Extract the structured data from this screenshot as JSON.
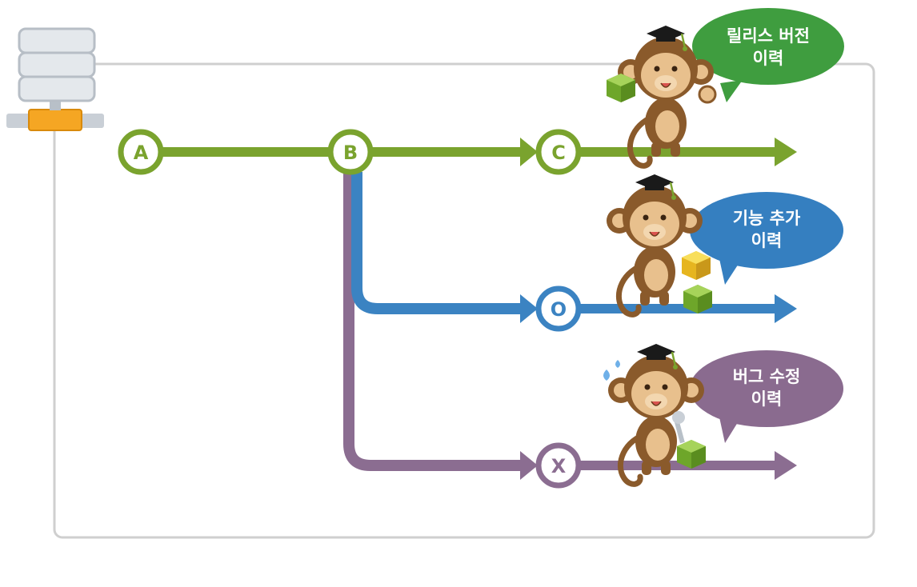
{
  "diagram": {
    "nodes": {
      "a": {
        "label": "A"
      },
      "b": {
        "label": "B"
      },
      "c": {
        "label": "C"
      },
      "o": {
        "label": "O"
      },
      "x": {
        "label": "X"
      }
    },
    "bubbles": {
      "release": {
        "line1": "릴리스 버전",
        "line2": "이력"
      },
      "feature": {
        "line1": "기능 추가",
        "line2": "이력"
      },
      "bugfix": {
        "line1": "버그 수정",
        "line2": "이력"
      }
    },
    "colors": {
      "release_branch": "#7aa32e",
      "feature_branch": "#3b83c2",
      "bugfix_branch": "#8b6d91",
      "release_bubble": "#3f9d3f",
      "feature_bubble": "#357fc0",
      "bugfix_bubble": "#8a6b8f",
      "frame": "#cfcfcf"
    },
    "icons": [
      "database-server-icon",
      "monkey-mascot-icon",
      "graduation-cap-icon",
      "cube-icon",
      "wrench-icon",
      "sweat-drop-icon"
    ]
  }
}
